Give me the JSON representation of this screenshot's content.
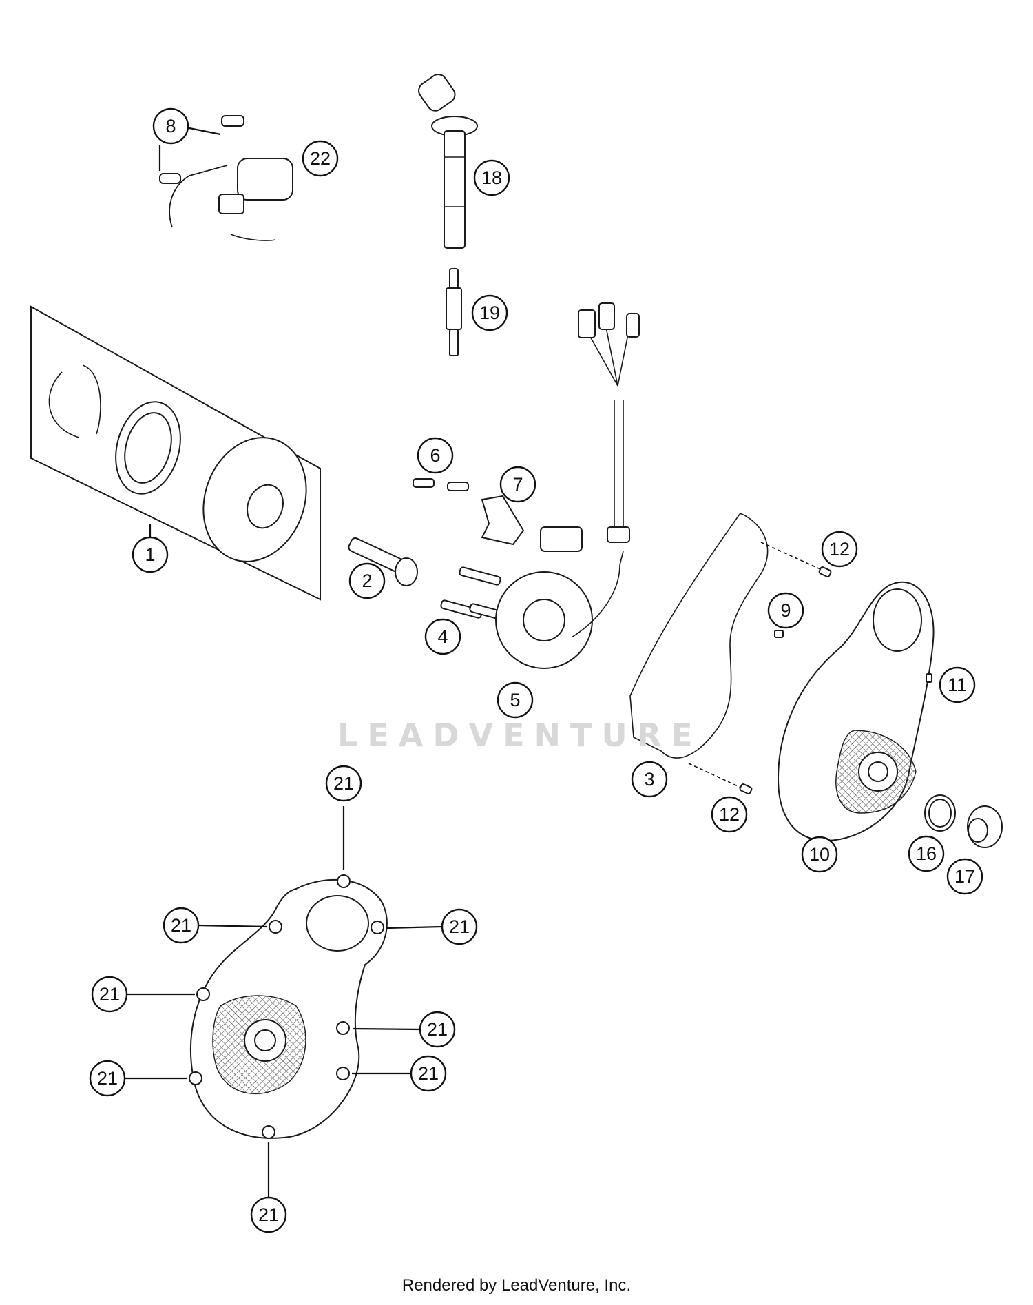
{
  "callouts": [
    {
      "id": "c8",
      "label": "8"
    },
    {
      "id": "c22",
      "label": "22"
    },
    {
      "id": "c18",
      "label": "18"
    },
    {
      "id": "c19",
      "label": "19"
    },
    {
      "id": "c1",
      "label": "1"
    },
    {
      "id": "c6",
      "label": "6"
    },
    {
      "id": "c7",
      "label": "7"
    },
    {
      "id": "c2",
      "label": "2"
    },
    {
      "id": "c4",
      "label": "4"
    },
    {
      "id": "c5",
      "label": "5"
    },
    {
      "id": "c12a",
      "label": "12"
    },
    {
      "id": "c9",
      "label": "9"
    },
    {
      "id": "c11",
      "label": "11"
    },
    {
      "id": "c3",
      "label": "3"
    },
    {
      "id": "c12b",
      "label": "12"
    },
    {
      "id": "c10",
      "label": "10"
    },
    {
      "id": "c16",
      "label": "16"
    },
    {
      "id": "c17",
      "label": "17"
    },
    {
      "id": "c21a",
      "label": "21"
    },
    {
      "id": "c21b",
      "label": "21"
    },
    {
      "id": "c21c",
      "label": "21"
    },
    {
      "id": "c21d",
      "label": "21"
    },
    {
      "id": "c21e",
      "label": "21"
    },
    {
      "id": "c21f",
      "label": "21"
    },
    {
      "id": "c21g",
      "label": "21"
    },
    {
      "id": "c21h",
      "label": "21"
    }
  ],
  "watermark": "LEADVENTURE",
  "footer": "Rendered by LeadVenture, Inc."
}
